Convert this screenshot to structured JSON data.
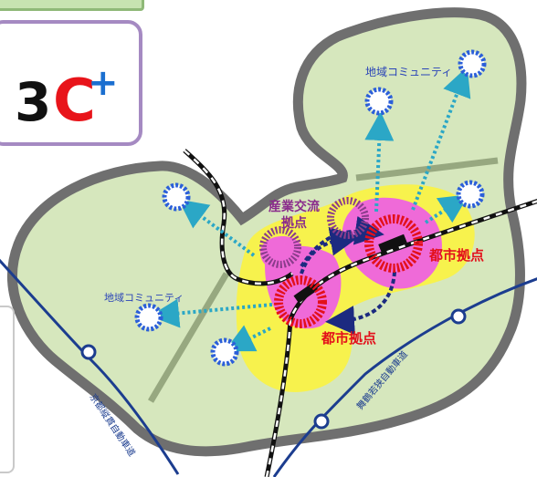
{
  "logo": {
    "number": "3",
    "letter": "C",
    "superscript": "+",
    "letter_color": "#e8141a",
    "plus_color": "#1b6fd0"
  },
  "labels": {
    "community_top": "地域コミュニティ",
    "community_left": "地域コミュニティ",
    "industrial_hub": "産業交流\n拠点",
    "city_hub_right": "都市拠点",
    "city_hub_center": "都市拠点",
    "expressway_left": "京都縦貫自動車道",
    "expressway_right": "舞鶴若狭自動車道"
  },
  "colors": {
    "land": "#d6e7bd",
    "outline": "#6f6f6f",
    "urban_zone": "#f7f24d",
    "hub_fill": "#ef6ad8",
    "city_ring": "#e3101a",
    "industry_ring": "#8a3c8c",
    "community_ring": "#2b5fd9",
    "link_arrow": "#2ba7c6",
    "loop_arrow": "#1c2a80",
    "highway": "#1c3d8f",
    "road": "#8c9c76"
  }
}
